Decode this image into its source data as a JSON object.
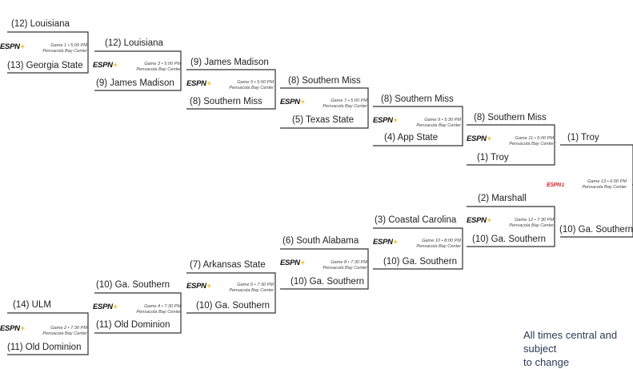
{
  "teams": [
    {
      "id": "t1",
      "text": "(12) Louisiana"
    },
    {
      "id": "t2",
      "text": "(13) Georgia State"
    },
    {
      "id": "t3",
      "text": "(12) Louisiana"
    },
    {
      "id": "t4",
      "text": "(9) James Madison"
    },
    {
      "id": "t5",
      "text": "(9) James Madison"
    },
    {
      "id": "t6",
      "text": "(8) Southern Miss"
    },
    {
      "id": "t7",
      "text": "(8) Southern Miss"
    },
    {
      "id": "t8",
      "text": "(5) Texas State"
    },
    {
      "id": "t9",
      "text": "(8) Southern Miss"
    },
    {
      "id": "t10",
      "text": "(4) App State"
    },
    {
      "id": "t11",
      "text": "(8) Southern Miss"
    },
    {
      "id": "t12",
      "text": "(1) Troy"
    },
    {
      "id": "t13",
      "text": "(1) Troy"
    },
    {
      "id": "t14",
      "text": "(2) Marshall"
    },
    {
      "id": "t15",
      "text": "(10) Ga. Southern"
    },
    {
      "id": "t16",
      "text": "(10) Ga. Southern"
    },
    {
      "id": "t17",
      "text": "(3) Coastal Carolina"
    },
    {
      "id": "t18",
      "text": "(10) Ga. Southern"
    },
    {
      "id": "t19",
      "text": "(6) South Alabama"
    },
    {
      "id": "t20",
      "text": "(10) Ga. Southern"
    },
    {
      "id": "t21",
      "text": "(7) Arkansas State"
    },
    {
      "id": "t22",
      "text": "(10) Ga. Southern"
    },
    {
      "id": "t23",
      "text": "(10) Ga. Southern"
    },
    {
      "id": "t24",
      "text": "(11) Old Dominion"
    },
    {
      "id": "t25",
      "text": "(14) ULM"
    },
    {
      "id": "t26",
      "text": "(11) Old Dominion"
    }
  ],
  "games": [
    {
      "id": "g1",
      "line1": "Game 1 • 5:00 PM",
      "line2": "Pensacola Bay Center",
      "network": "ESPN",
      "plus": "+"
    },
    {
      "id": "g2",
      "line1": "Game 2 • 7:30 PM",
      "line2": "Pensacola Bay Center",
      "network": "ESPN",
      "plus": "+"
    },
    {
      "id": "g3",
      "line1": "Game 3 • 5:00 PM",
      "line2": "Pensacola Bay Center",
      "network": "ESPN",
      "plus": "+"
    },
    {
      "id": "g4",
      "line1": "Game 4 • 7:30 PM",
      "line2": "Pensacola Bay Center",
      "network": "ESPN",
      "plus": "+"
    },
    {
      "id": "g5",
      "line1": "Game 5 • 5:00 PM",
      "line2": "Pensacola Bay Center",
      "network": "ESPN",
      "plus": "+"
    },
    {
      "id": "g6",
      "line1": "Game 6 • 7:30 PM",
      "line2": "Pensacola Bay Center",
      "network": "ESPN",
      "plus": "+"
    },
    {
      "id": "g7",
      "line1": "Game 7 • 5:00 PM",
      "line2": "Pensacola Bay Center",
      "network": "ESPN",
      "plus": "+"
    },
    {
      "id": "g8",
      "line1": "Game 8 • 7:30 PM",
      "line2": "Pensacola Bay Center",
      "network": "ESPN",
      "plus": "+"
    },
    {
      "id": "g9",
      "line1": "Game 9 • 5:30 PM",
      "line2": "Pensacola Bay Center",
      "network": "ESPN",
      "plus": "+"
    },
    {
      "id": "g10",
      "line1": "Game 10 • 8:00 PM",
      "line2": "Pensacola Bay Center",
      "network": "ESPN",
      "plus": "+"
    },
    {
      "id": "g11",
      "line1": "Game 11 • 5:00 PM",
      "line2": "Pensacola Bay Center",
      "network": "ESPN",
      "plus": "+"
    },
    {
      "id": "g12",
      "line1": "Game 12 • 7:30 PM",
      "line2": "Pensacola Bay Center",
      "network": "ESPN",
      "plus": "+"
    },
    {
      "id": "g13",
      "line1": "Game 13 • 6:00 PM",
      "line2": "Pensacola Bay Center",
      "network": "ESPN",
      "plus": "2"
    }
  ],
  "colors": {
    "line": "#333333",
    "text": "#1f1f1f",
    "espn_plus": "#f0b400",
    "espn2": "#d8262e",
    "footnote": "#2b3a55"
  },
  "footnote": "All times central and subject\nto change"
}
